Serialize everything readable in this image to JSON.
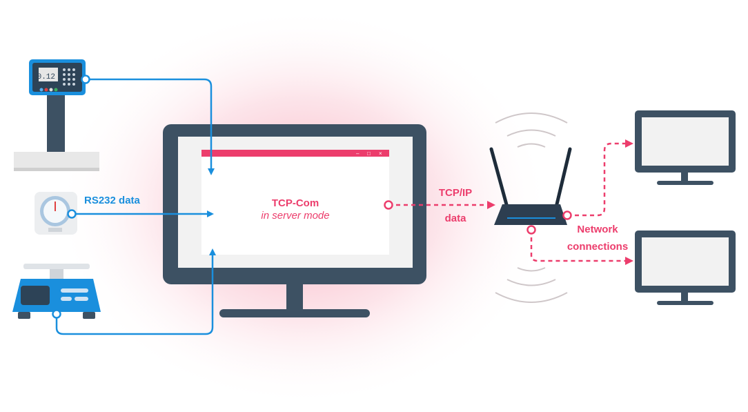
{
  "colors": {
    "blue": "#1a8fdd",
    "pink": "#ec3d6c",
    "dark": "#3d5163",
    "screen": "#f2f2f2"
  },
  "devices": {
    "platform_scale": {
      "display": "0.12"
    },
    "gauge": {},
    "bench_scale": {}
  },
  "labels": {
    "rs232": "RS232 data",
    "app_title": "TCP-Com",
    "app_mode": "in server mode",
    "tcpip": "TCP/IP",
    "tcpip_data": "data",
    "network": "Network",
    "connections": "connections"
  },
  "window_controls": {
    "minimize": "–",
    "maximize": "□",
    "close": "×"
  }
}
